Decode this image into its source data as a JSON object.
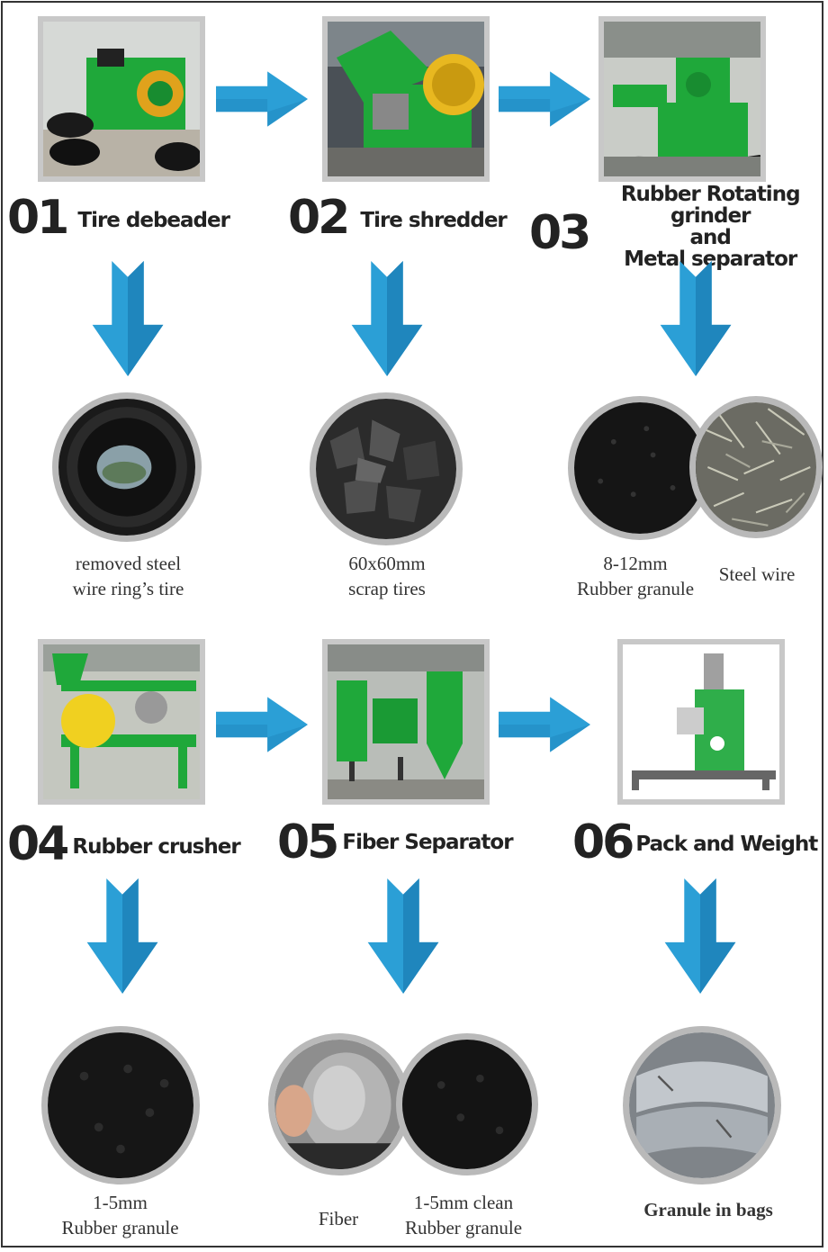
{
  "steps": [
    {
      "num": "01",
      "title": "Tire debeader"
    },
    {
      "num": "02",
      "title": "Tire shredder"
    },
    {
      "num": "03",
      "title_lines": [
        "Rubber Rotating grinder",
        "and",
        "Metal separator"
      ]
    },
    {
      "num": "04",
      "title": "Rubber crusher"
    },
    {
      "num": "05",
      "title": "Fiber Separator"
    },
    {
      "num": "06",
      "title": "Pack and Weight"
    }
  ],
  "outputs": {
    "o1": {
      "line1": "removed steel",
      "line2": "wire ring’s tire"
    },
    "o2": {
      "line1": "60x60mm",
      "line2": "scrap tires"
    },
    "o3a": {
      "line1": "8-12mm",
      "line2": "Rubber granule"
    },
    "o3b": {
      "line1": "Steel wire"
    },
    "o4": {
      "line1": "1-5mm",
      "line2": "Rubber granule"
    },
    "o5a": {
      "line1": "Fiber"
    },
    "o5b": {
      "line1": "1-5mm clean",
      "line2": "Rubber granule"
    },
    "o6": {
      "line1": "Granule in bags"
    }
  },
  "colors": {
    "arrow": "#2b9fd6",
    "arrow_dark": "#1f86bd",
    "machine": "#1fa83a",
    "text": "#222222"
  }
}
